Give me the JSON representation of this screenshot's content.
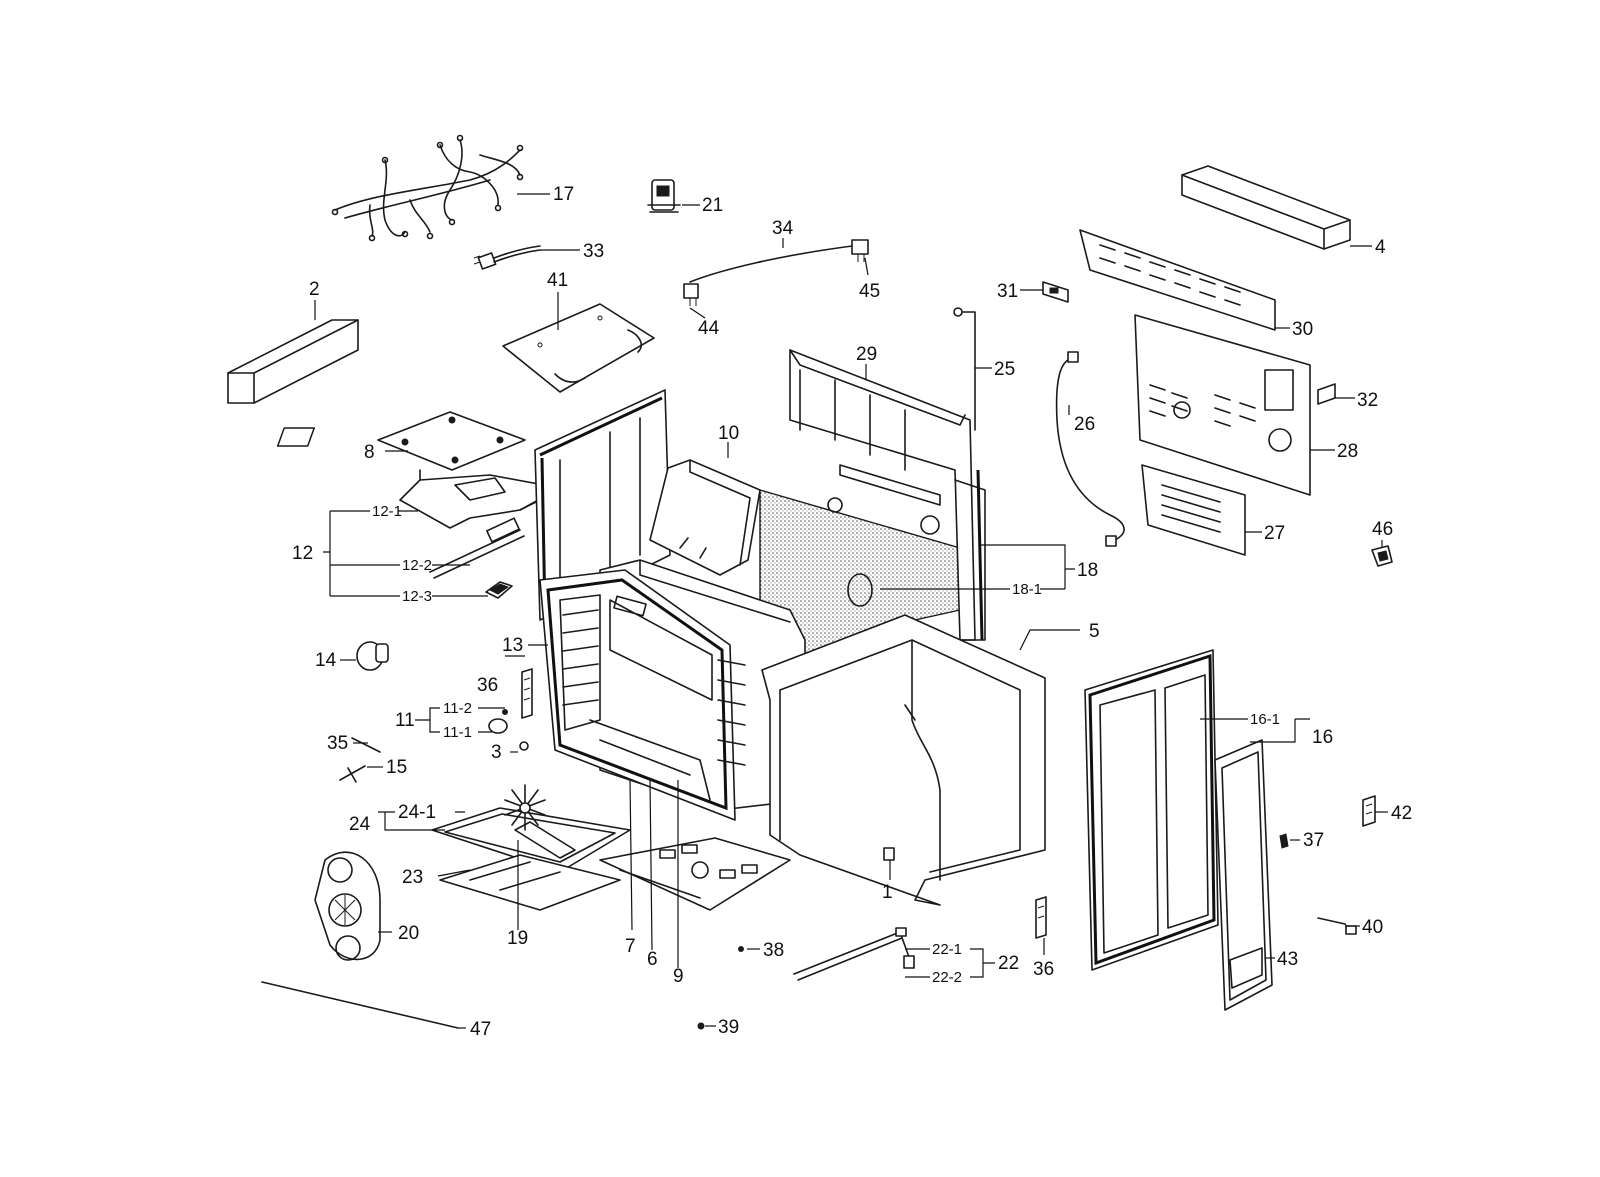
{
  "labels": {
    "l1": "1",
    "l2": "2",
    "l3": "3",
    "l4": "4",
    "l5": "5",
    "l6": "6",
    "l7": "7",
    "l8": "8",
    "l9": "9",
    "l10": "10",
    "l11": "11",
    "l11_1": "11-1",
    "l11_2": "11-2",
    "l12": "12",
    "l12_1": "12-1",
    "l12_2": "12-2",
    "l12_3": "12-3",
    "l13": "13",
    "l14": "14",
    "l15": "15",
    "l16": "16",
    "l16_1": "16-1",
    "l17": "17",
    "l18": "18",
    "l18_1": "18-1",
    "l19": "19",
    "l20": "20",
    "l21": "21",
    "l22": "22",
    "l22_1": "22-1",
    "l22_2": "22-2",
    "l23": "23",
    "l24": "24",
    "l24_1": "24-1",
    "l25": "25",
    "l26": "26",
    "l27": "27",
    "l28": "28",
    "l29": "29",
    "l30": "30",
    "l31": "31",
    "l32": "32",
    "l33": "33",
    "l34": "34",
    "l35": "35",
    "l36a": "36",
    "l36b": "36",
    "l37": "37",
    "l38": "38",
    "l39": "39",
    "l40": "40",
    "l41": "41",
    "l42": "42",
    "l43": "43",
    "l44": "44",
    "l45": "45",
    "l46": "46",
    "l47": "47"
  },
  "colors": {
    "line": "#1a1a1a",
    "background": "#ffffff"
  }
}
